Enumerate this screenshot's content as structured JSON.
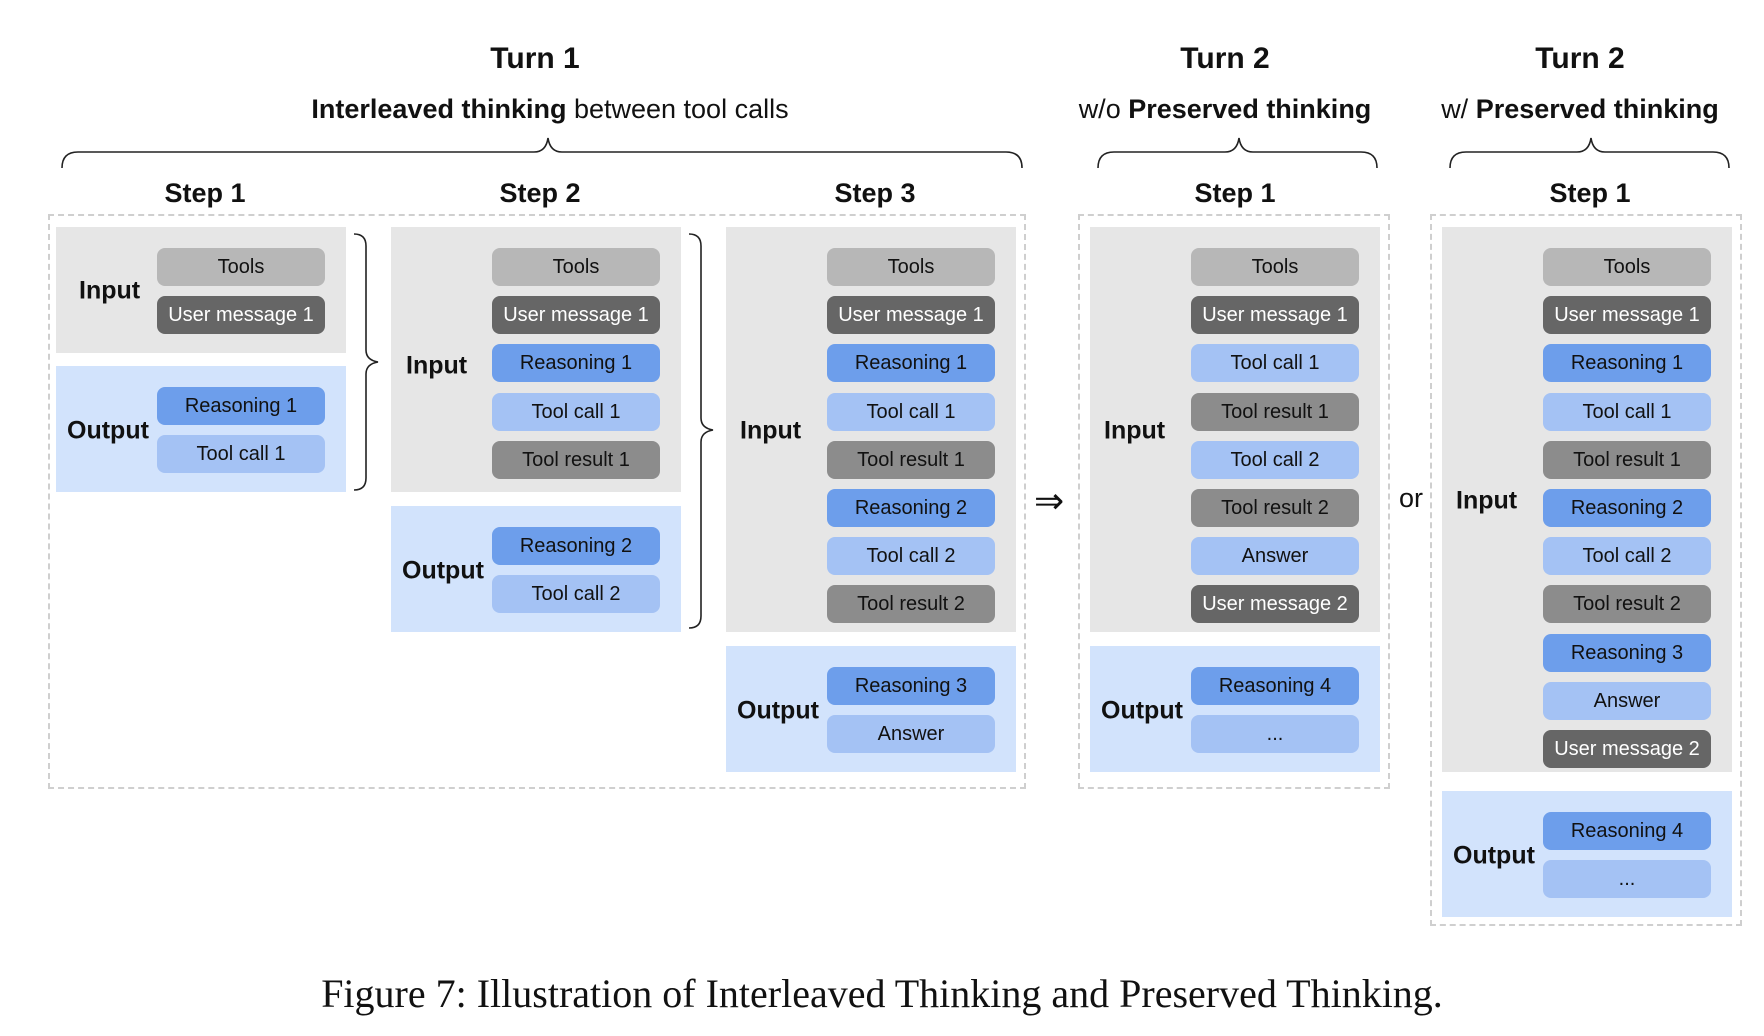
{
  "turn1": {
    "title": "Turn 1",
    "subtitle_bold": "Interleaved thinking",
    "subtitle_rest": " between tool calls"
  },
  "turn2a": {
    "title": "Turn 2",
    "subtitle_pre": "w/o ",
    "subtitle_bold": "Preserved thinking"
  },
  "turn2b": {
    "title": "Turn 2",
    "subtitle_pre": "w/ ",
    "subtitle_bold": "Preserved thinking"
  },
  "labels": {
    "input": "Input",
    "output": "Output"
  },
  "steps": {
    "t1s1": "Step 1",
    "t1s2": "Step 2",
    "t1s3": "Step 3",
    "t2as1": "Step 1",
    "t2bs1": "Step 1"
  },
  "arrow": "⇒",
  "or": "or",
  "columns": {
    "t1s1": {
      "input": [
        "Tools",
        "User message 1"
      ],
      "output": [
        "Reasoning 1",
        "Tool call 1"
      ]
    },
    "t1s2": {
      "input": [
        "Tools",
        "User message 1",
        "Reasoning 1",
        "Tool call 1",
        "Tool result 1"
      ],
      "output": [
        "Reasoning 2",
        "Tool call 2"
      ]
    },
    "t1s3": {
      "input": [
        "Tools",
        "User message 1",
        "Reasoning 1",
        "Tool call 1",
        "Tool result 1",
        "Reasoning 2",
        "Tool call 2",
        "Tool result 2"
      ],
      "output": [
        "Reasoning 3",
        "Answer"
      ]
    },
    "t2a": {
      "input": [
        "Tools",
        "User message 1",
        "Tool call 1",
        "Tool result 1",
        "Tool call 2",
        "Tool result 2",
        "Answer",
        "User message 2"
      ],
      "output": [
        "Reasoning 4",
        "..."
      ]
    },
    "t2b": {
      "input": [
        "Tools",
        "User message 1",
        "Reasoning 1",
        "Tool call 1",
        "Tool result 1",
        "Reasoning 2",
        "Tool call 2",
        "Tool result 2",
        "Reasoning 3",
        "Answer",
        "User message 2"
      ],
      "output": [
        "Reasoning 4",
        "..."
      ]
    }
  },
  "colors": {
    "Tools": "#b7b7b7",
    "User message": "#666666",
    "Reasoning": "#6d9eeb",
    "Tool call": "#a4c2f4",
    "Tool result": "#8c8c8c",
    "Answer": "#a4c2f4",
    "Input panel": "#e6e6e6",
    "Output panel": "#d2e3fc"
  },
  "caption": "Figure 7: Illustration of Interleaved Thinking and Preserved Thinking."
}
